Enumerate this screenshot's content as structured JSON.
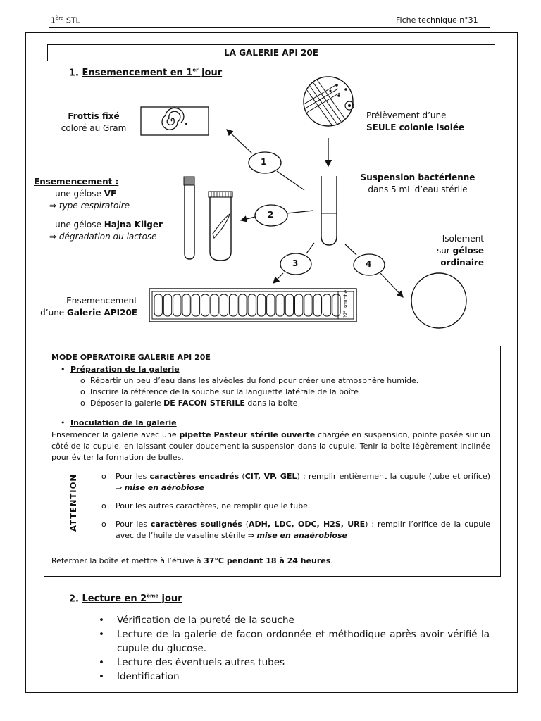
{
  "header": {
    "left_main": "1",
    "left_sup": "ère",
    "left_rest": " STL",
    "right": "Fiche technique  n°31"
  },
  "title": "LA GALERIE API 20E",
  "section1": {
    "num": "1. ",
    "label_a": "Ensemencement en 1",
    "label_sup": "er",
    "label_b": " jour"
  },
  "diagram": {
    "frottis_bold": "Frottis fixé",
    "frottis_sub": "coloré au Gram",
    "prelevement_a": "Prélèvement d’une",
    "prelevement_b_bold": "SEULE",
    "prelevement_b_rest": " colonie isolée",
    "ensemencement_title": "Ensemencement :",
    "gelose_vf_a": "- une gélose ",
    "gelose_vf_b": "VF",
    "type_resp": "⇒ type respiratoire",
    "gelose_hk_a": "- une gélose ",
    "gelose_hk_b": "Hajna Kliger",
    "degrad": "⇒ dégradation du lactose",
    "suspension_bold": "Suspension bactérienne",
    "suspension_sub": "dans 5 mL d’eau stérile",
    "isolement_a": "Isolement",
    "isolement_b": "sur ",
    "isolement_b_bold": "gélose",
    "isolement_c_bold": "ordinaire",
    "ens_galerie_a": "Ensemencement",
    "ens_galerie_b": "d’une ",
    "ens_galerie_b_bold": "Galerie API20E",
    "souche_label": "N° souche",
    "step1": "1",
    "step2": "2",
    "step3": "3",
    "step4": "4"
  },
  "mode": {
    "title": "MODE OPERATOIRE GALERIE API 20E",
    "prep_title": "Préparation de la galerie",
    "prep_items": [
      "Répartir un peu d’eau dans les alvéoles du fond pour créer une atmosphère humide.",
      "Inscrire la référence de la souche sur la languette latérale de la boîte"
    ],
    "prep_item3_a": "Déposer la galerie ",
    "prep_item3_b": "DE FACON STERILE",
    "prep_item3_c": " dans la boîte",
    "inoc_title": "Inoculation de la galerie",
    "inoc_p_a": "Ensemencer la galerie avec une ",
    "inoc_p_b": "pipette Pasteur stérile ouverte",
    "inoc_p_c": " chargée en suspension, pointe posée sur un côté de la cupule, en laissant couler doucement la suspension dans la cupule. Tenir la boîte légèrement inclinée pour éviter la formation de bulles.",
    "attention": "ATTENTION",
    "att1_a": "Pour les ",
    "att1_b": "caractères encadrés",
    "att1_c": " (",
    "att1_d": "CIT, VP, GEL",
    "att1_e": ") : remplir entièrement la cupule (tube et orifice) ⇒ ",
    "att1_f": "mise en aérobiose",
    "att2": "Pour les autres caractères, ne remplir que le tube.",
    "att3_a": "Pour les ",
    "att3_b": "caractères soulignés",
    "att3_c": " (",
    "att3_d": "ADH, LDC, ODC, H2S, URE",
    "att3_e": ") : remplir l’orifice de la cupule avec de l’huile de vaseline stérile ⇒ ",
    "att3_f": "mise en anaérobiose",
    "final_a": "Refermer la boîte et mettre à l’étuve à ",
    "final_b": "37°C pendant 18 à 24 heures",
    "final_c": "."
  },
  "section2": {
    "num": "2. ",
    "label_a": "Lecture en 2",
    "label_sup": "ème",
    "label_b": " jour",
    "items": [
      "Vérification de la pureté de la souche",
      "Lecture de la galerie de façon ordonnée et méthodique après avoir vérifié la cupule du glucose.",
      "Lecture des éventuels autres tubes",
      "Identification"
    ]
  }
}
